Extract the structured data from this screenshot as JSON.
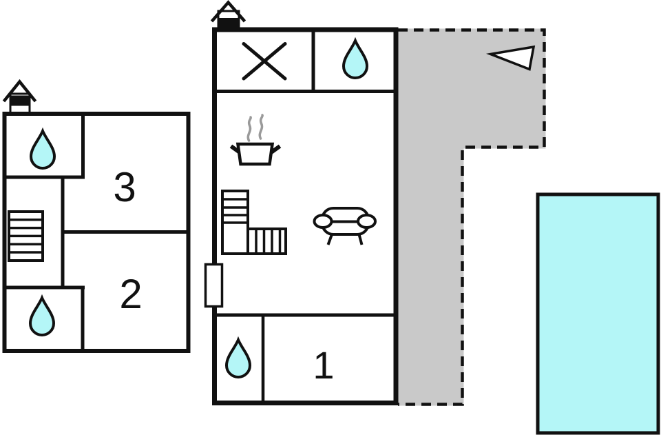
{
  "colors": {
    "wall": "#111111",
    "water": "#b4f6f7",
    "terrace": "#c9c9c9",
    "steam": "#9a9a9a",
    "paper": "#ffffff"
  },
  "buildings": {
    "left": {
      "rooms": [
        {
          "label": "3"
        },
        {
          "label": "2"
        }
      ],
      "icons": [
        "chimney-icon",
        "water-drop-icon",
        "staircase-icon",
        "water-drop-icon"
      ]
    },
    "main": {
      "rooms": [
        {
          "label": "1"
        }
      ],
      "icons": [
        "chimney-icon",
        "x-cross-icon",
        "water-drop-icon",
        "stove-icon",
        "staircase-icon",
        "sofa-icon",
        "door-icon",
        "water-drop-icon"
      ]
    }
  },
  "outdoor": {
    "areas": [
      "terrace",
      "pool"
    ],
    "icons": [
      "north-arrow-icon"
    ]
  }
}
